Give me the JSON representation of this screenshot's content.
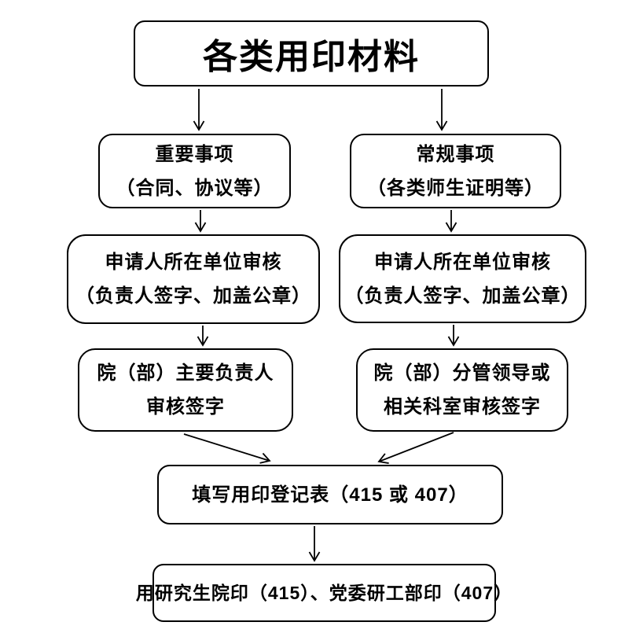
{
  "diagram": {
    "background_color": "#ffffff",
    "line_color": "#000000",
    "nodes": {
      "source": {
        "lines": [
          "各类用印材料"
        ]
      },
      "important": {
        "lines": [
          "重要事项",
          "（合同、协议等）"
        ]
      },
      "routine": {
        "lines": [
          "常规事项",
          "（各类师生证明等）"
        ]
      },
      "unit_review_important": {
        "lines": [
          "申请人所在单位审核",
          "（负责人签字、加盖公章）"
        ]
      },
      "unit_review_routine": {
        "lines": [
          "申请人所在单位审核",
          "（负责人签字、加盖公章）"
        ]
      },
      "dean_sign": {
        "lines": [
          "院（部）主要负责人",
          "审核签字"
        ]
      },
      "leader_sign": {
        "lines": [
          "院（部）分管领导或",
          "相关科室审核签字"
        ]
      },
      "registration": {
        "lines": [
          "填写用印登记表（415 或 407）"
        ]
      },
      "seal_use": {
        "lines": [
          "用研究生院印（415）、党委研工部印（407）"
        ]
      }
    }
  }
}
